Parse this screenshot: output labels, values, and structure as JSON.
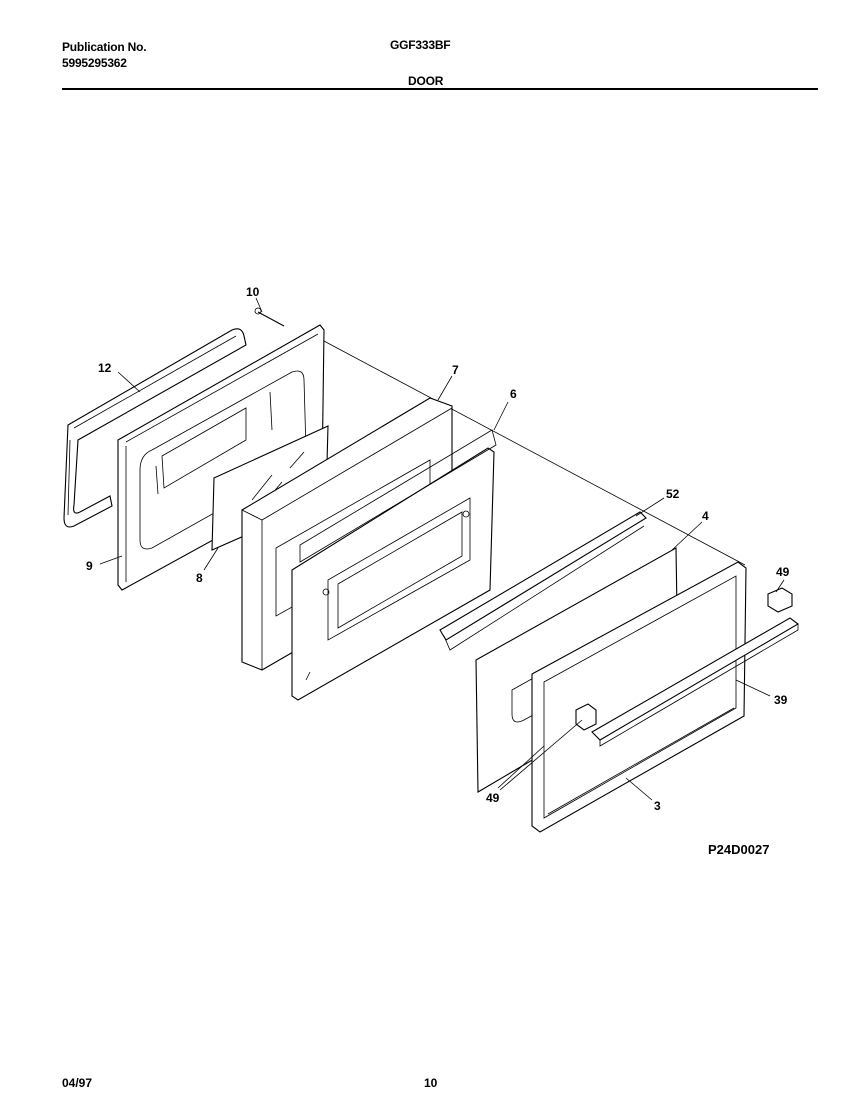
{
  "header": {
    "publication_label": "Publication No.",
    "publication_number": "5995295362",
    "model": "GGF333BF",
    "section": "DOOR"
  },
  "diagram": {
    "drawing_id": "P24D0027",
    "callouts": {
      "c10": "10",
      "c12": "12",
      "c7": "7",
      "c6": "6",
      "c52": "52",
      "c4": "4",
      "c49a": "49",
      "c9": "9",
      "c8": "8",
      "c39": "39",
      "c49b": "49",
      "c3": "3"
    }
  },
  "footer": {
    "date": "04/97",
    "page": "10"
  }
}
